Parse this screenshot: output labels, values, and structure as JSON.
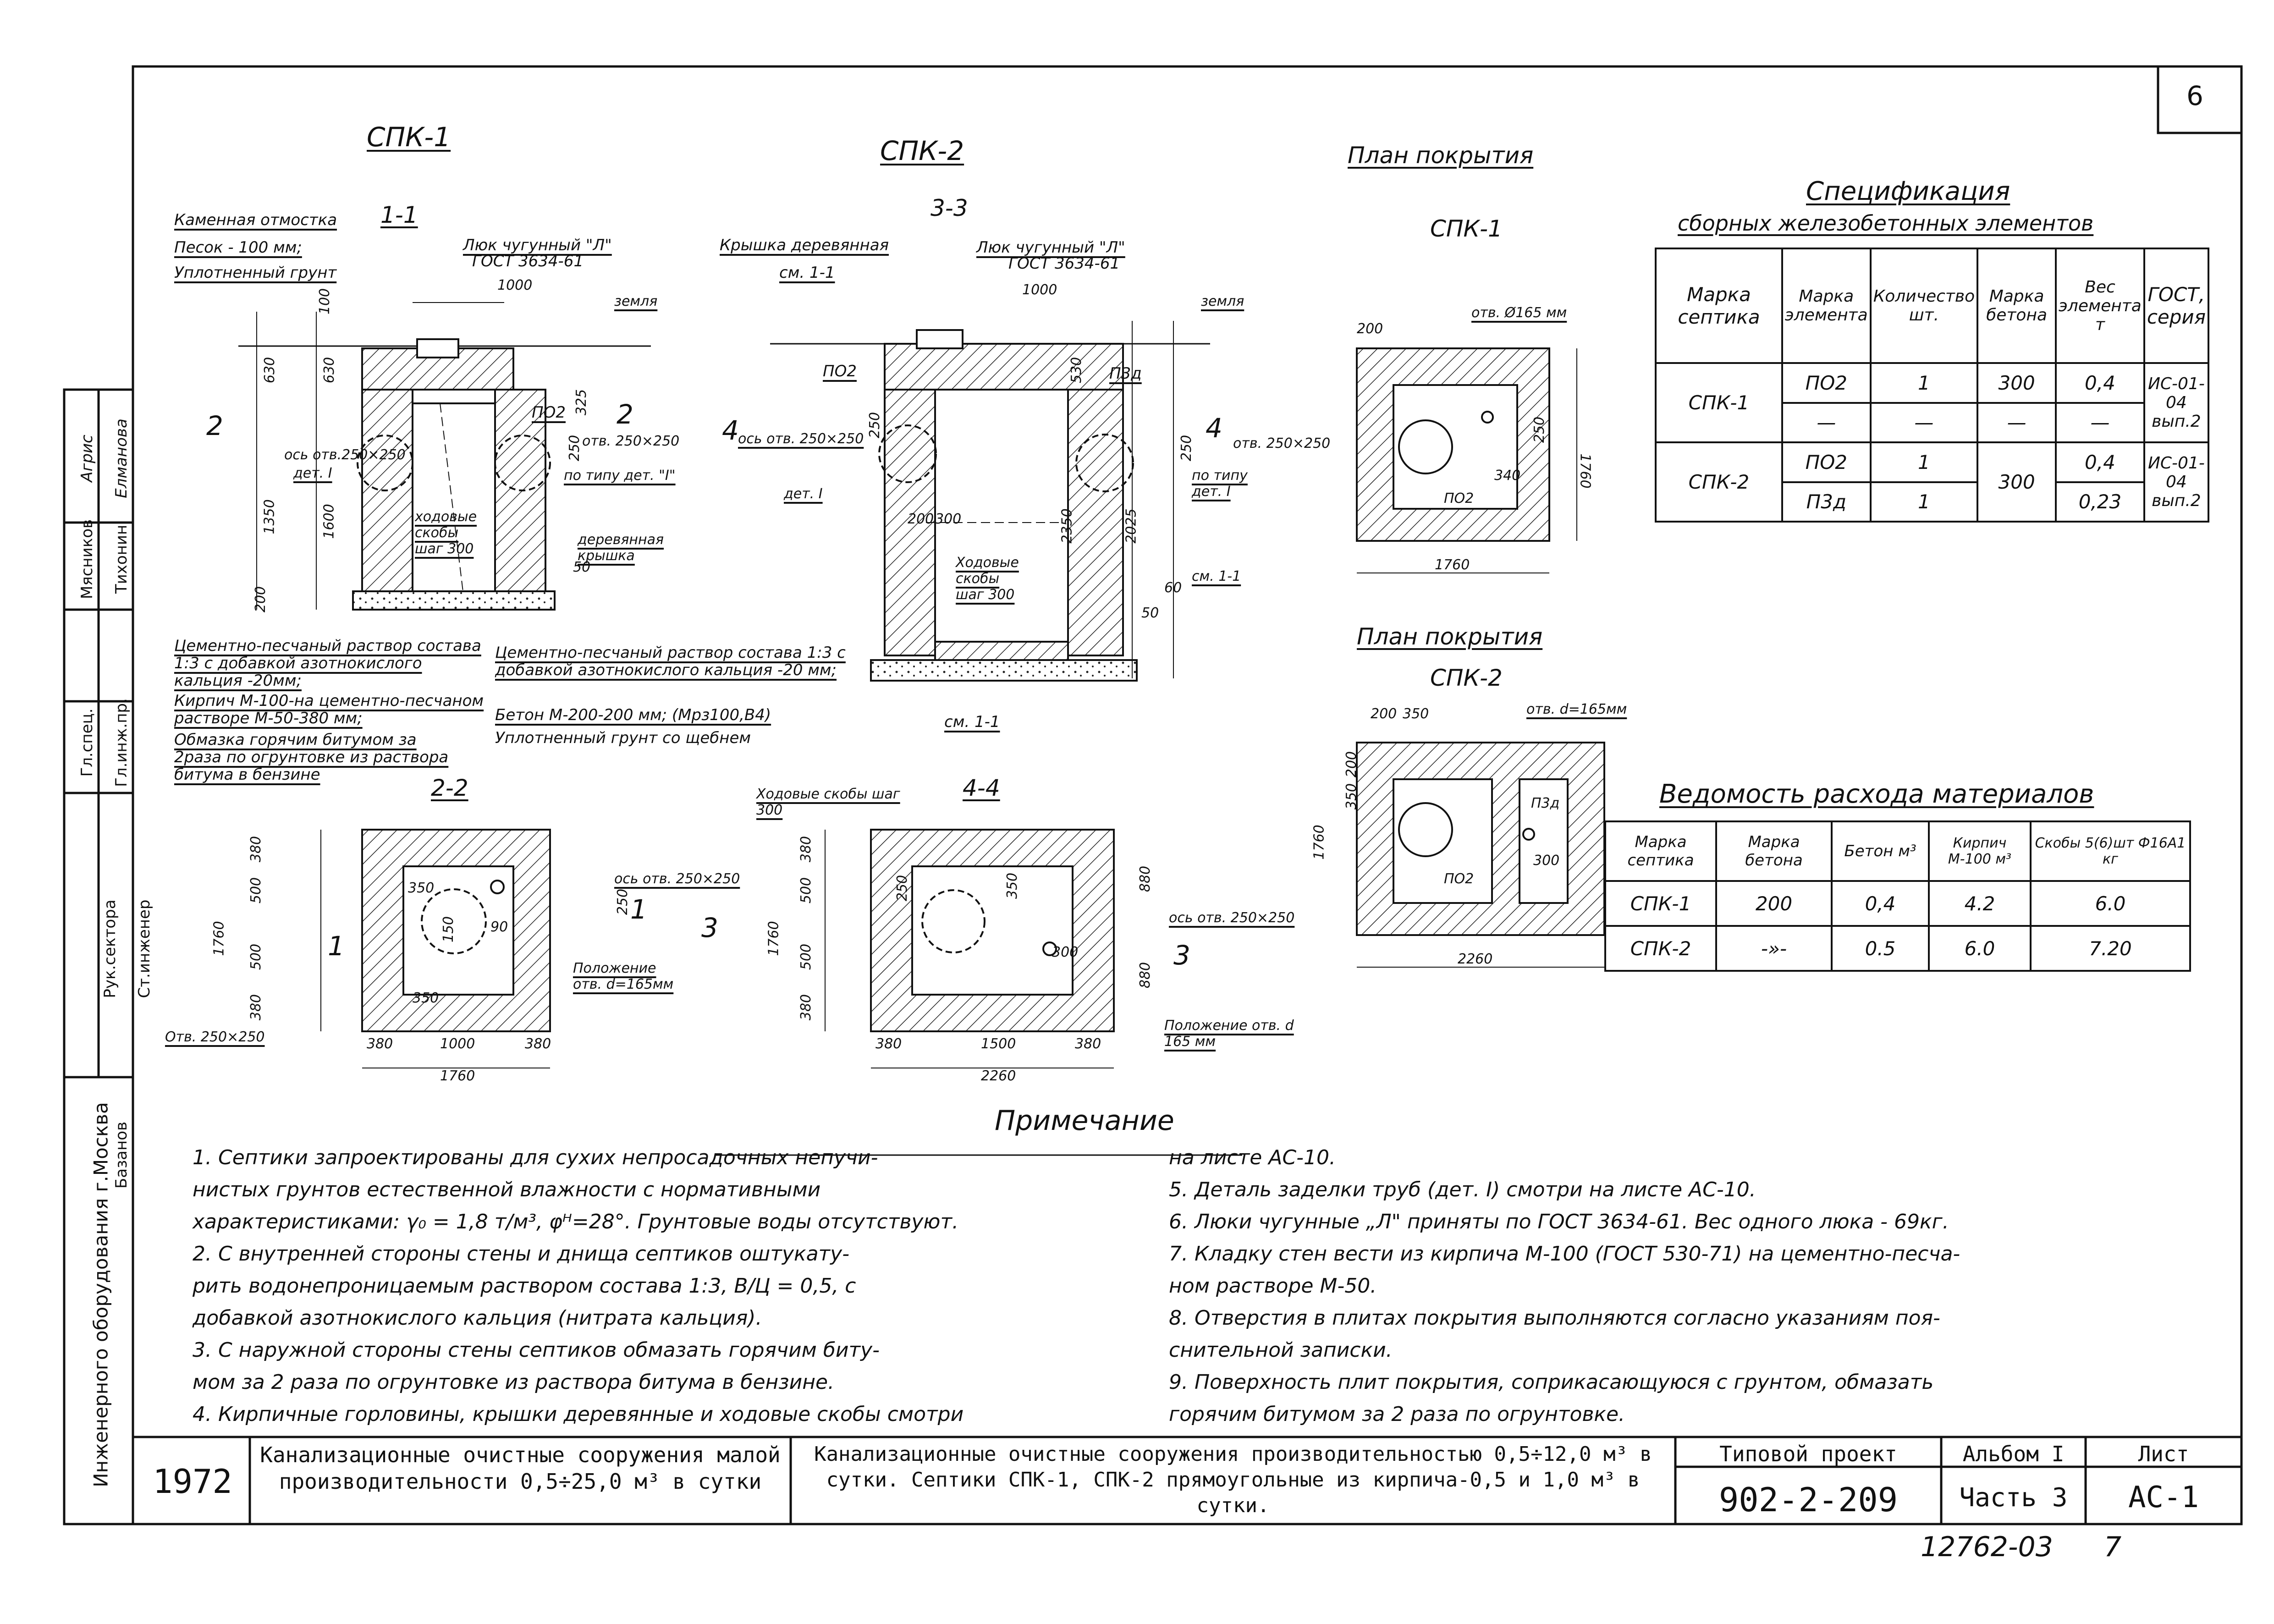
{
  "sheet": {
    "number": "6",
    "archive_no": "12762-03",
    "copy_no": "7"
  },
  "spk1": {
    "title": "СПК-1",
    "section_1_1": {
      "title": "1-1",
      "callouts": [
        "Каменная отмостка",
        "Песок - 100 мм;",
        "Уплотненный грунт",
        "Люк чугунный \"Л\"",
        "ГОСТ 3634-61",
        "ПО2",
        "ось отв.250×250",
        "дет. I",
        "отв. 250×250",
        "по типу дет. \"I\"",
        "ходовые скобы шаг 300",
        "деревянная крышка",
        "земля"
      ],
      "dims": [
        "630",
        "1000",
        "100",
        "630",
        "1350",
        "1600",
        "200",
        "50",
        "325",
        "250",
        "2",
        "2"
      ]
    },
    "notes": [
      "Цементно-песчаный раствор состава 1:3 с добавкой азотнокислого кальция -20мм;",
      "Кирпич М-100-на цементно-песчаном растворе М-50-380 мм;",
      "Обмазка горячим битумом за 2раза по огрунтовке из раствора битума в бензине"
    ]
  },
  "spk2": {
    "title": "СПК-2",
    "section_3_3": {
      "title": "3-3",
      "callouts": [
        "Крышка деревянная",
        "Люк чугунный \"Л\"",
        "ГОСТ 3634-61",
        "см. 1-1",
        "ПО2",
        "П3д",
        "ось отв. 250×250",
        "отв. 250×250",
        "дет. I",
        "по типу дет. I",
        "Ходовые скобы шаг 300",
        "см. 1-1",
        "земля"
      ],
      "dims": [
        "1000",
        "250",
        "530",
        "250",
        "200",
        "300",
        "2350",
        "2025",
        "60",
        "50",
        "4",
        "4"
      ]
    },
    "notes": [
      "Цементно-песчаный раствор состава 1:3 с добавкой азотнокислого кальция -20 мм;",
      "Бетон М-200-200 мм; (Мрз100,В4)",
      "Уплотненный грунт со щебнем",
      "см. 1-1"
    ]
  },
  "section_2_2": {
    "title": "2-2",
    "callouts": [
      "ось отв. 250×250",
      "Положение отв. d=165мм",
      "Отв. 250×250"
    ],
    "dims": [
      "380",
      "500",
      "500",
      "380",
      "1760",
      "250",
      "350",
      "150",
      "90",
      "350",
      "380",
      "1000",
      "380",
      "1760",
      "1",
      "1"
    ]
  },
  "section_4_4": {
    "title": "4-4",
    "callouts": [
      "Ходовые скобы шаг 300",
      "ось отв. 250×250",
      "Положение отв. d 165 мм"
    ],
    "dims": [
      "380",
      "500",
      "500",
      "380",
      "1760",
      "880",
      "880",
      "250",
      "350",
      "300",
      "380",
      "1500",
      "380",
      "2260",
      "3",
      "3"
    ]
  },
  "plan_spk1": {
    "title": "План покрытия",
    "subtitle": "СПК-1",
    "labels": [
      "отв. Ø165 мм",
      "ПО2",
      "200",
      "250",
      "340",
      "1760",
      "1760"
    ]
  },
  "plan_spk2": {
    "title": "План покрытия",
    "subtitle": "СПК-2",
    "labels": [
      "отв. d=165мм",
      "ПО2",
      "П3д",
      "200",
      "350",
      "350",
      "200",
      "300",
      "1760",
      "2260"
    ]
  },
  "specification": {
    "title": "Спецификация",
    "subtitle": "сборных железобетонных элементов",
    "headers": [
      "Марка септика",
      "Марка элемента",
      "Количество шт.",
      "Марка бетона",
      "Вес элемента т",
      "ГОСТ, серия"
    ],
    "rows": [
      [
        "СПК-1",
        "ПО2",
        "1",
        "300",
        "0,4",
        "ИС-01-04 вып.2"
      ],
      [
        "",
        "—",
        "—",
        "—",
        "—",
        ""
      ],
      [
        "СПК-2",
        "ПО2",
        "1",
        "",
        "0,4",
        "ИС-01-04 вып.2"
      ],
      [
        "",
        "П3д",
        "1",
        "300",
        "0,23",
        ""
      ]
    ]
  },
  "materials": {
    "title": "Ведомость расхода материалов",
    "headers": [
      "Марка септика",
      "Марка бетона",
      "Бетон м³",
      "Кирпич М-100 м³",
      "Скобы 5(6)шт Ф16А1 кг"
    ],
    "rows": [
      [
        "СПК-1",
        "200",
        "0,4",
        "4.2",
        "6.0"
      ],
      [
        "СПК-2",
        "-»-",
        "0.5",
        "6.0",
        "7.20"
      ]
    ]
  },
  "notes": {
    "title": "Примечание",
    "left": [
      "1. Септики запроектированы для сухих непросадочных непучи-",
      "нистых грунтов естественной влажности с нормативными",
      "характеристиками: γ₀ = 1,8 т/м³, φᴴ=28°. Грунтовые воды отсутствуют.",
      "2. С внутренней стороны стены и днища септиков оштукату-",
      "рить водонепроницаемым раствором состава 1:3, В/Ц = 0,5, с",
      "добавкой азотнокислого кальция (нитрата кальция).",
      "3. С наружной стороны стены септиков обмазать горячим биту-",
      "мом за 2 раза по огрунтовке из раствора битума в бензине.",
      "4. Кирпичные горловины, крышки деревянные и ходовые скобы смотри"
    ],
    "right": [
      "на листе АС-10.",
      "5. Деталь заделки труб (дет. I) смотри на листе АС-10.",
      "6. Люки чугунные „Л\" приняты по ГОСТ 3634-61. Вес одного люка - 69кг.",
      "7. Кладку стен вести из кирпича М-100 (ГОСТ 530-71) на цементно-песча-",
      "ном растворе М-50.",
      "8. Отверстия в плитах покрытия выполняются согласно указаниям поя-",
      "снительной записки.",
      "9. Поверхность плит покрытия, соприкасающуюся с грунтом, обмазать",
      "горячим битумом за 2 раза по огрунтовке."
    ]
  },
  "title_block": {
    "year": "1972",
    "project_title": "Канализационные очистные сооружения малой производительности 0,5÷25,0 м³ в сутки",
    "drawing_title": "Канализационные очистные сооружения производительностью 0,5÷12,0 м³ в сутки. Септики СПК-1, СПК-2 прямоугольные из кирпича-0,5 и 1,0 м³ в сутки.",
    "type_label": "Типовой проект",
    "type_value": "902-2-209",
    "album_label": "Альбом I",
    "album_value": "Часть 3",
    "sheet_label": "Лист",
    "sheet_value": "АС-1"
  },
  "side_stamp": {
    "org": "Инженерного оборудования г.Москва",
    "roles": [
      "Рук.сектора",
      "Ст.инженер",
      "Гл.инж.пр.",
      "Гл.спец."
    ],
    "names": [
      "Мясников",
      "Тихонин",
      "Агрис",
      "Елманова",
      "Базанов"
    ]
  }
}
